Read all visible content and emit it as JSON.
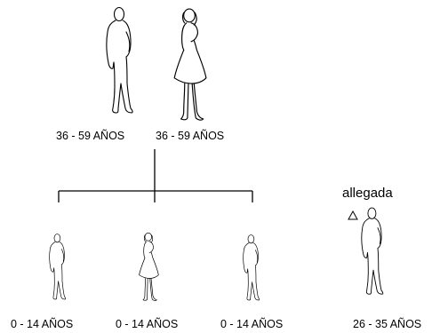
{
  "people": [
    {
      "id": "father",
      "age_label": "36 - 59 AÑOS",
      "figure": "standing-man-silhouette"
    },
    {
      "id": "mother",
      "age_label": "36 - 59 AÑOS",
      "figure": "standing-woman-dress-silhouette"
    },
    {
      "id": "child-1",
      "age_label": "0 - 14 AÑOS",
      "figure": "standing-man-silhouette"
    },
    {
      "id": "child-2",
      "age_label": "0 - 14 AÑOS",
      "figure": "standing-woman-dress-silhouette"
    },
    {
      "id": "child-3",
      "age_label": "0 - 14 AÑOS",
      "figure": "standing-man-silhouette"
    },
    {
      "id": "allegada",
      "age_label": "26 - 35 AÑOS",
      "figure": "standing-man-silhouette",
      "role_label": "allegada",
      "marker": "triangle-icon"
    }
  ]
}
